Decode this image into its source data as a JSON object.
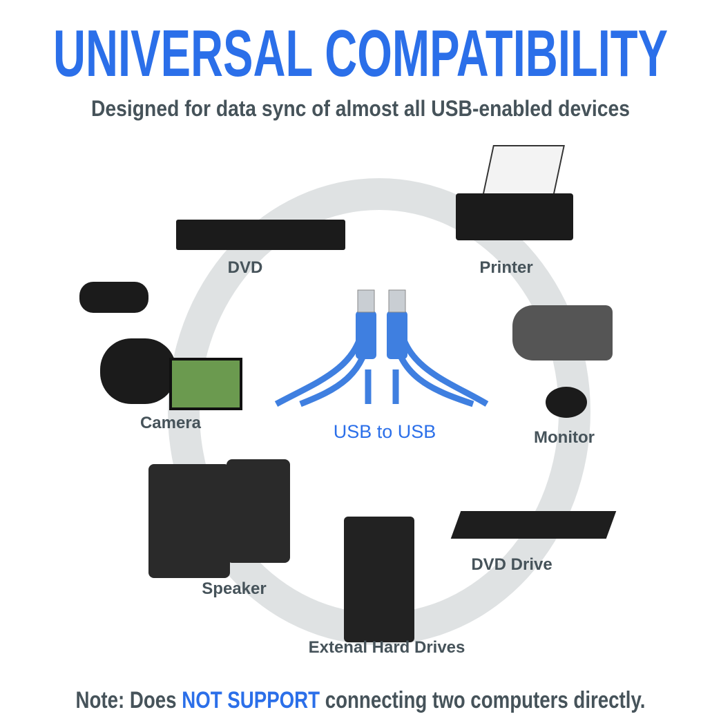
{
  "header": {
    "title": "UNIVERSAL COMPATIBILITY",
    "subtitle": "Designed for data sync of almost all USB-enabled devices"
  },
  "center": {
    "label": "USB to USB"
  },
  "devices": [
    {
      "label": "DVD",
      "icon": "dvd-player-icon"
    },
    {
      "label": "Printer",
      "icon": "printer-icon"
    },
    {
      "label": "Camera",
      "icon": "camcorder-icon"
    },
    {
      "label": "Monitor",
      "icon": "security-camera-icon"
    },
    {
      "label": "DVD Drive",
      "icon": "dvd-drive-icon"
    },
    {
      "label": "Speaker",
      "icon": "speaker-icon"
    },
    {
      "label": "Extenal Hard Drives",
      "icon": "hard-drive-icon"
    }
  ],
  "note": {
    "prefix": "Note: Does ",
    "highlight": "NOT SUPPORT",
    "suffix": " connecting two computers directly."
  },
  "colors": {
    "accent": "#2b6fe9",
    "text": "#46535a",
    "ring": "#dfe2e3"
  }
}
